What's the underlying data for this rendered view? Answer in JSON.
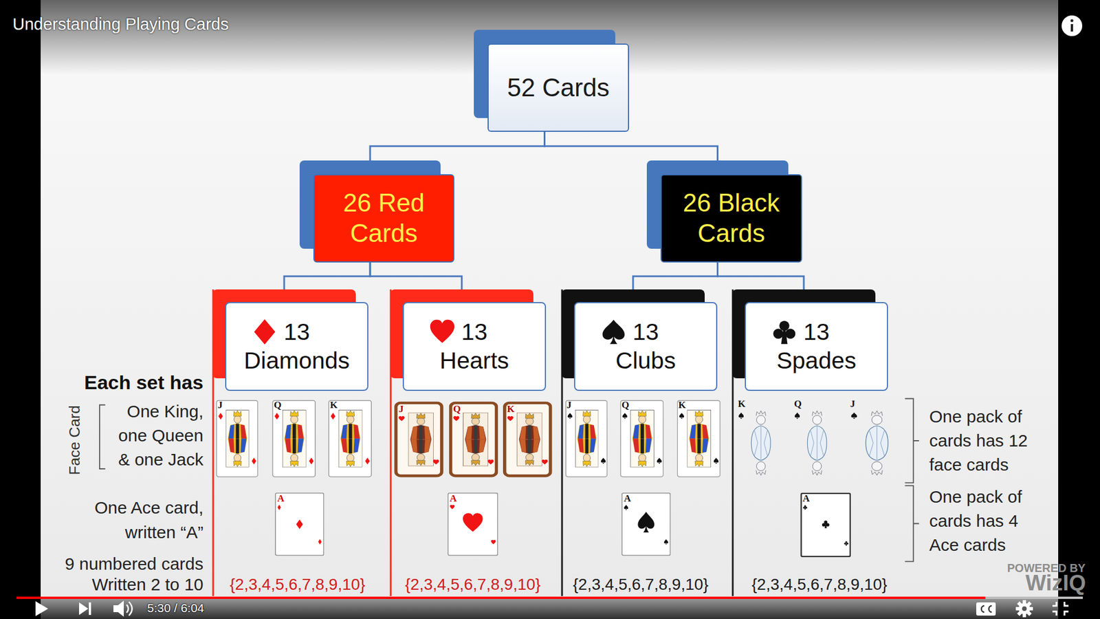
{
  "diagram": {
    "title": "Understanding Playing Cards",
    "nodes": [
      {
        "text": [
          "52 Cards"
        ]
      },
      {
        "text": [
          "26 Red Cards"
        ]
      },
      {
        "text": [
          "26 Black Cards"
        ]
      },
      {
        "text": [
          "13 Diamonds"
        ]
      },
      {
        "text": [
          "13 Hearts"
        ]
      },
      {
        "text": [
          "13 Clubs"
        ]
      },
      {
        "text": [
          "13 Spades"
        ]
      }
    ],
    "edges": [
      {
        "from": 0,
        "to": 1,
        "arrow": "none"
      },
      {
        "from": 0,
        "to": 2,
        "arrow": "none"
      },
      {
        "from": 1,
        "to": 3,
        "arrow": "none"
      },
      {
        "from": 1,
        "to": 4,
        "arrow": "none"
      },
      {
        "from": 2,
        "to": 5,
        "arrow": "none"
      },
      {
        "from": 2,
        "to": 6,
        "arrow": "none"
      }
    ],
    "labels": [
      "Each set has",
      "Face Card",
      "One King, one Queen & one Jack",
      "One Ace card, written “A”",
      "9 numbered cards Written 2 to 10",
      "{2,3,4,5,6,7,8,9,10}",
      "{2,3,4,5,6,7,8,9,10}",
      "{2,3,4,5,6,7,8,9,10}",
      "{2,3,4,5,6,7,8,9,10}",
      "One pack of cards has 12 face cards",
      "One pack of cards has 4 Ace cards",
      "J",
      "Q",
      "K",
      "J",
      "Q",
      "K",
      "J",
      "Q",
      "K",
      "K",
      "Q",
      "J",
      "A",
      "A",
      "A",
      "A",
      "5:30 / 6:04",
      "POWERED BY",
      "WizIQ"
    ]
  }
}
